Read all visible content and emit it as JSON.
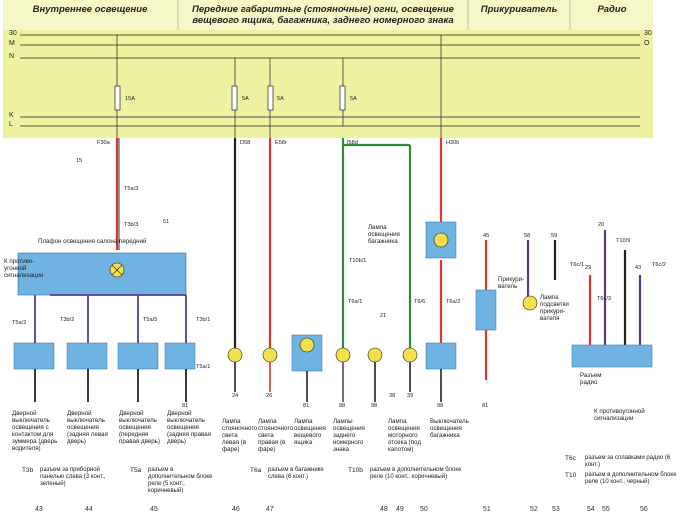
{
  "headers": {
    "interior": "Внутреннее освещение",
    "parking": "Передние габаритные (стояночные) огни, освещение вещевого ящика, багажника, заднего номерного знака",
    "lighter": "Прикуриватель",
    "radio": "Радио"
  },
  "bus": {
    "b30": "30",
    "b15": "M",
    "bX": "N",
    "bK": "K",
    "bL": "L",
    "r30": "30",
    "rO": "O"
  },
  "fuses": {
    "f1": "15A",
    "f2": "5A",
    "f3": "5A",
    "f4": "5A"
  },
  "connectors": {
    "f30a": "F30a",
    "d58": "D58",
    "e58": "E58r",
    "i58": "I58d",
    "h30b": "H30b",
    "t5a3": "T5a/3",
    "t3b3": "T3b/3",
    "t5a2": "T5a/2",
    "t3b2": "T3b/2",
    "t5a5": "T5a/5",
    "t3b1": "T3b/1",
    "t5a1": "T5a/1",
    "t10b1": "T10b/1",
    "t6a1": "T6a/1",
    "t66": "T6/6",
    "t6a2": "T6a/2",
    "t6c1": "T6c/1",
    "t109": "T10/9",
    "t6c2": "T6c/2",
    "t6c3": "T6c/3"
  },
  "pins": {
    "p15": "15",
    "p51": "51",
    "p45": "45",
    "p58": "58",
    "p59": "59",
    "p21": "21",
    "p20": "20",
    "p29": "29",
    "p43": "43",
    "p24": "24",
    "p26": "26",
    "p81a": "81",
    "p98a": "98",
    "p98b": "98",
    "p38": "38",
    "p39": "39",
    "p98c": "98",
    "p81b": "81",
    "p81c": "81"
  },
  "components": {
    "dome": "Плафон освещения салона передний",
    "alarm": "К противо-угонной сигнализации",
    "trunklamp": "Лампа освещения багажника",
    "lighter_lbl": "Прикури-ватель",
    "lighterlamp": "Лампа подсветки прикури-вателя",
    "radio_lbl": "Разъем радио",
    "alarm2": "К противоугонной сигнализации"
  },
  "captions": [
    "Дверной выключатель освещения с контактом для зуммера (дверь водителя)",
    "Дверной выключатель освещения (задняя левая дверь)",
    "Дверной выключатель освещения (передняя правая дверь)",
    "Дверной выключатель освещения (задняя правая дверь)",
    "Лампа стояночного света левая (в фаре)",
    "Лампа стояночного света правая (в фаре)",
    "Лампа освещения вещевого ящика",
    "Лампы освещения заднего номерного знака",
    "Лампа освещения моторного отсека (под капотом)",
    "Выключатель освещения багажника"
  ],
  "legend": {
    "t3b_code": "T3b",
    "t3b": "разъем за приборной панелью слева (3 конт., зеленый)",
    "t5a_code": "T5a",
    "t5a": "разъем в дополнительном блоке реле (5 конт., коричневый)",
    "t6a_code": "T6a",
    "t6a": "разъем в багажнике слева (6 конт.)",
    "t10b_code": "T10b",
    "t10b": "разъем в дополнительном блоке реле (10 конт., коричневый)",
    "t6c_code": "T6c",
    "t6c": "разъем за сплавками радио (6 конт.)",
    "t10_code": "T10",
    "t10": "разъем в дополнительном блоке реле (10 конт., черный)"
  },
  "columns": [
    "43",
    "44",
    "45",
    "46",
    "47",
    "48",
    "49",
    "50",
    "51",
    "52",
    "53",
    "54",
    "55",
    "56"
  ],
  "colors": {
    "fusebox": "#eef2a0",
    "blue_box": "#6fb3e3",
    "red": "#e0352b",
    "green": "#2f8a3a",
    "black": "#222",
    "purple": "#5a3a8a",
    "lamp": "#f4e04a"
  }
}
